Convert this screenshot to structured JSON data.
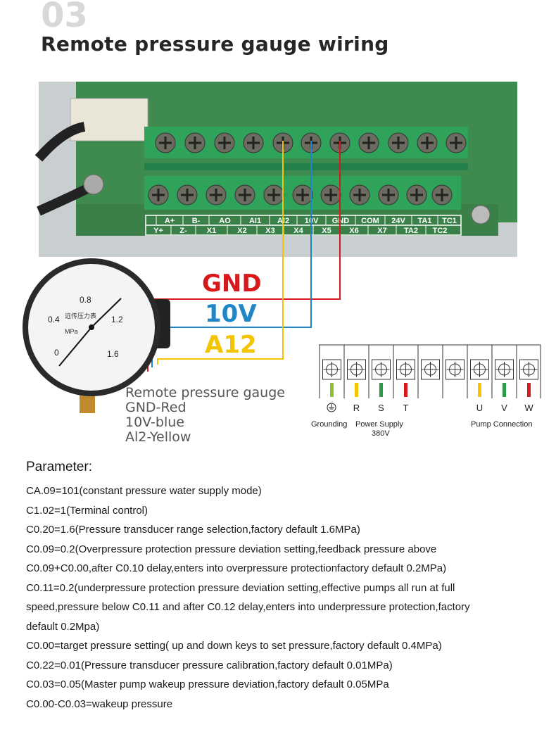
{
  "section_number": "03",
  "title": "Remote pressure gauge wiring",
  "terminal_block": {
    "upper_labels": [
      "A+",
      "B-",
      "AO",
      "AI1",
      "AI2",
      "10V",
      "GND",
      "COM",
      "24V",
      "TA1",
      "TC1"
    ],
    "lower_labels": [
      "Y+",
      "Z-",
      "X1",
      "X2",
      "X3",
      "X4",
      "X5",
      "X6",
      "X7",
      "TA2",
      "TC2"
    ]
  },
  "wires": [
    {
      "label": "GND",
      "color": "#d7191c"
    },
    {
      "label": "10V",
      "color": "#1f86c8"
    },
    {
      "label": "A12",
      "color": "#f2c500"
    }
  ],
  "gauge": {
    "ticks": [
      "0",
      "0.4",
      "0.8",
      "1.2",
      "1.6"
    ],
    "unit": "MPa",
    "chinese_label": "远传压力表"
  },
  "gauge_caption": [
    "Remote pressure gauge",
    "GND-Red",
    "10V-blue",
    "Al2-Yellow"
  ],
  "power_terminals": {
    "letters": [
      "R",
      "S",
      "T",
      "U",
      "V",
      "W"
    ],
    "groups": [
      "Grounding",
      "Power Supply",
      "380V",
      "Pump Connection"
    ]
  },
  "parameters": {
    "heading": "Parameter:",
    "lines": [
      "CA.09=101(constant pressure water supply mode)",
      "C1.02=1(Terminal control)",
      "C0.20=1.6(Pressure transducer range selection,factory default 1.6MPa)",
      "C0.09=0.2(Overpressure protection pressure deviation setting,feedback pressure above",
      "C0.09+C0.00,after C0.10 delay,enters into overpressure protectionfactory default 0.2MPa)",
      "C0.11=0.2(underpressure protection pressure deviation setting,effective pumps all run at full",
      "speed,pressure below C0.11 and after C0.12 delay,enters into underpressure protection,factory",
      "default 0.2Mpa)",
      "C0.00=target pressure setting( up and down keys to set pressure,factory default 0.4MPa)",
      "C0.22=0.01(Pressure transducer pressure calibration,factory default 0.01MPa)",
      "C0.03=0.05(Master pump wakeup pressure deviation,factory default 0.05MPa",
      "C0.00-C0.03=wakeup pressure"
    ]
  }
}
